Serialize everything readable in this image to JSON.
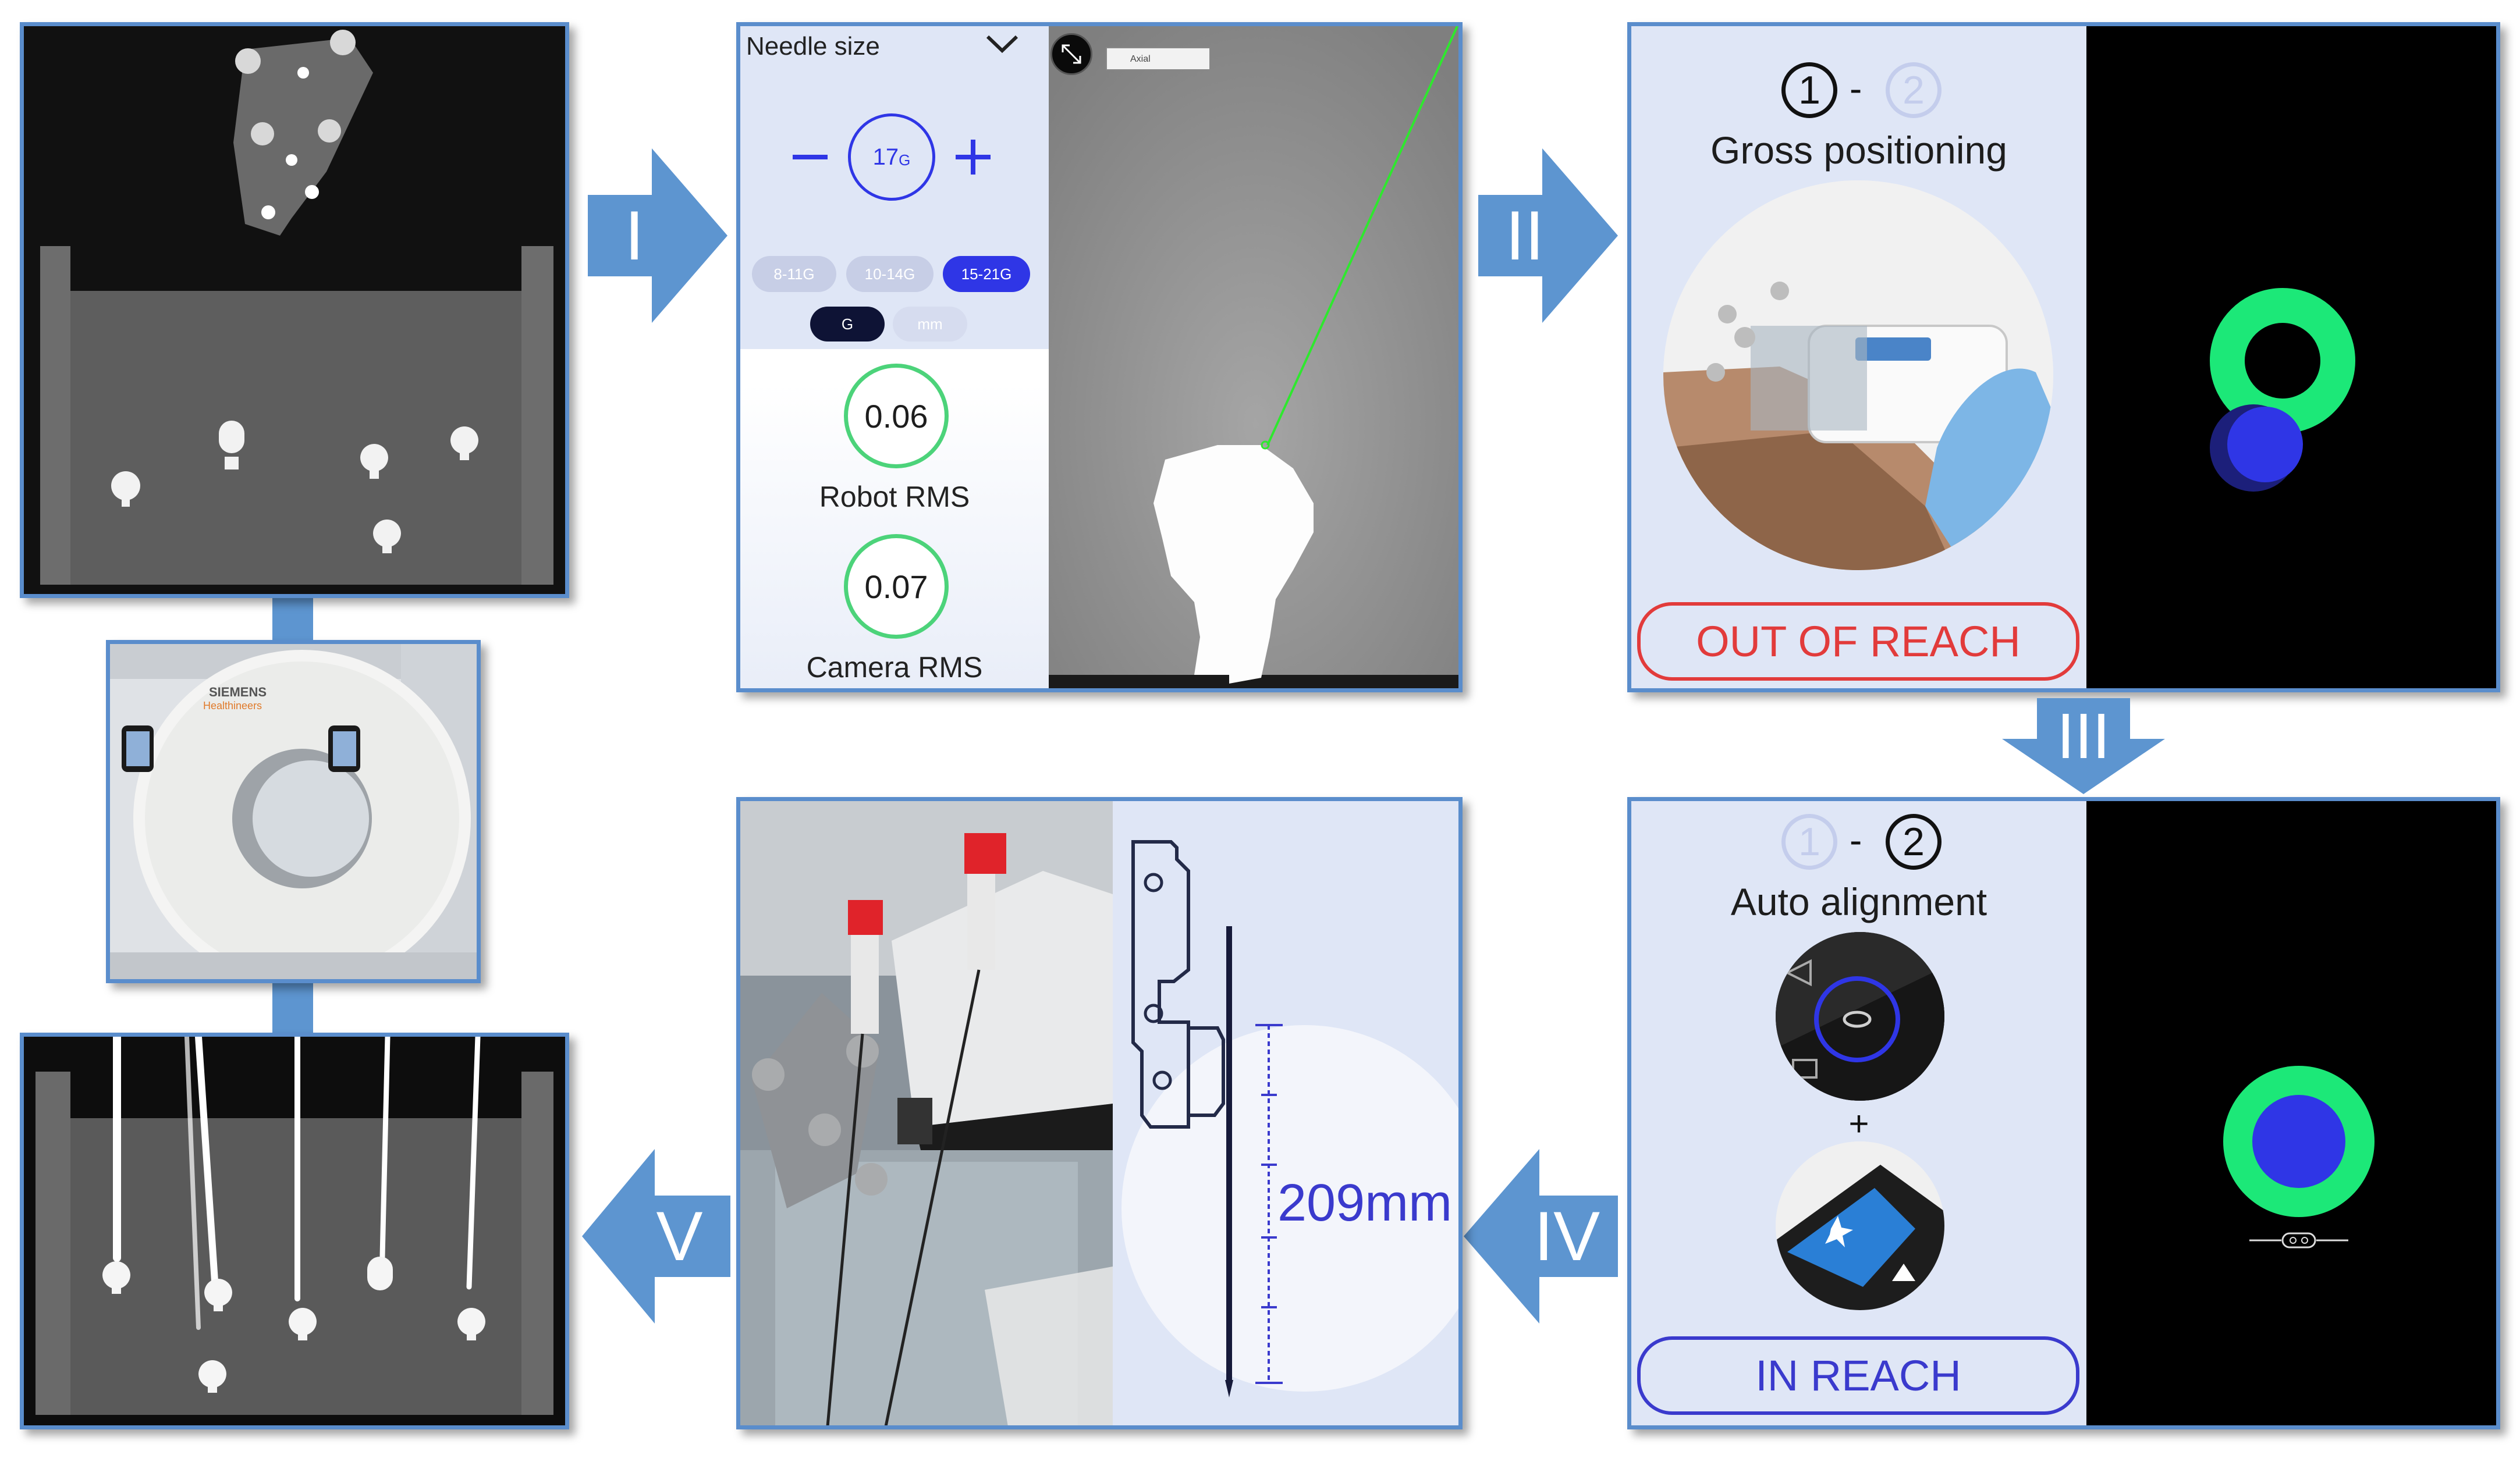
{
  "arrows": {
    "i": "I",
    "ii": "II",
    "iii": "III",
    "iv": "IV",
    "v": "V"
  },
  "needle_app": {
    "header": "Needle size",
    "gauge_value": "17",
    "gauge_unit": "G",
    "range_buttons": [
      "8-11G",
      "10-14G",
      "15-21G"
    ],
    "active_range": "15-21G",
    "unit_buttons": [
      "G",
      "mm"
    ],
    "active_unit": "G",
    "robot_rms_value": "0.06",
    "robot_rms_label": "Robot RMS",
    "camera_rms_value": "0.07",
    "camera_rms_label": "Camera RMS",
    "view_label": "Axial"
  },
  "gross_panel": {
    "step_1": "1",
    "step_sep": "-",
    "step_2": "2",
    "title": "Gross positioning",
    "status": "OUT OF REACH"
  },
  "auto_panel": {
    "step_1": "1",
    "step_sep": "-",
    "step_2": "2",
    "title": "Auto alignment",
    "plus": "+",
    "status": "IN REACH"
  },
  "depth_panel": {
    "depth_label": "209mm"
  },
  "ct_scanner": {
    "brand": "SIEMENS",
    "sub": "Healthineers"
  },
  "colors": {
    "arrow_fill": "#5d95d0",
    "panel_border": "#5a8dcc",
    "accent_blue": "#2f36e6",
    "ring_green": "#1ce878",
    "out_of_reach": "#e23b3b",
    "in_reach": "#3a3acd"
  }
}
